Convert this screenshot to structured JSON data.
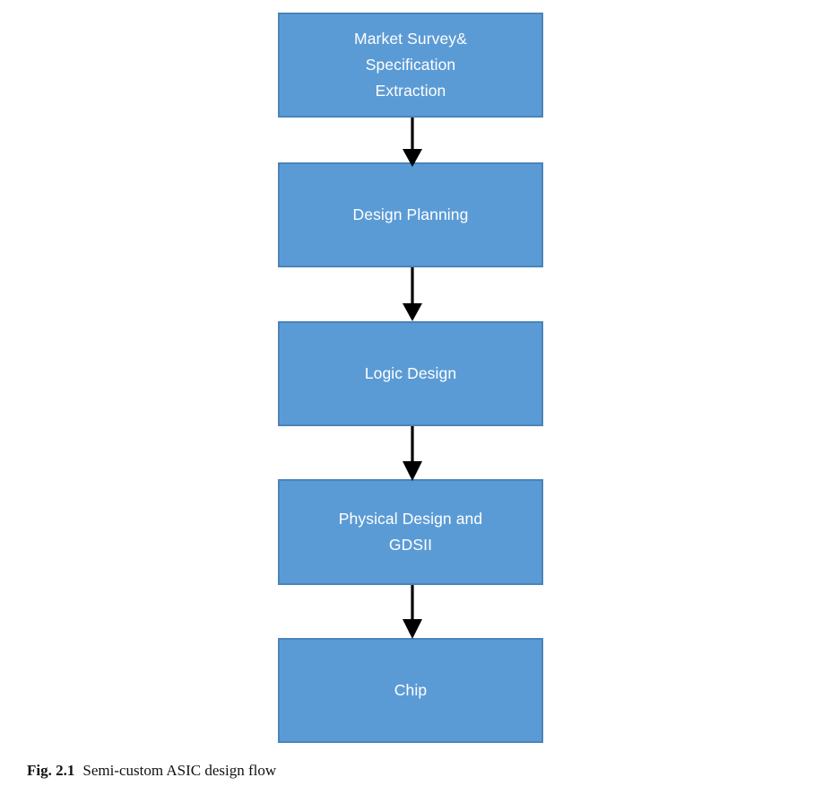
{
  "figure": {
    "caption_number": "Fig. 2.1",
    "caption_text": "Semi-custom ASIC design flow",
    "background_color": "#ffffff"
  },
  "diagram": {
    "type": "flowchart",
    "orientation": "top-to-bottom",
    "node_fill_color": "#5b9bd5",
    "node_border_color": "#4a84bb",
    "node_text_color": "#ffffff",
    "connector_color": "#000000",
    "nodes": [
      {
        "id": "market-survey",
        "label": "Market Survey&\nSpecification\nExtraction"
      },
      {
        "id": "design-planning",
        "label": "Design Planning"
      },
      {
        "id": "logic-design",
        "label": "Logic Design"
      },
      {
        "id": "physical-design",
        "label": "Physical Design and\nGDSII"
      },
      {
        "id": "chip",
        "label": "Chip"
      }
    ],
    "connectors": [
      {
        "id": "arrow-1",
        "from": "market-survey",
        "to": "design-planning"
      },
      {
        "id": "arrow-2",
        "from": "design-planning",
        "to": "logic-design"
      },
      {
        "id": "arrow-3",
        "from": "logic-design",
        "to": "physical-design"
      },
      {
        "id": "arrow-4",
        "from": "physical-design",
        "to": "chip"
      }
    ]
  }
}
